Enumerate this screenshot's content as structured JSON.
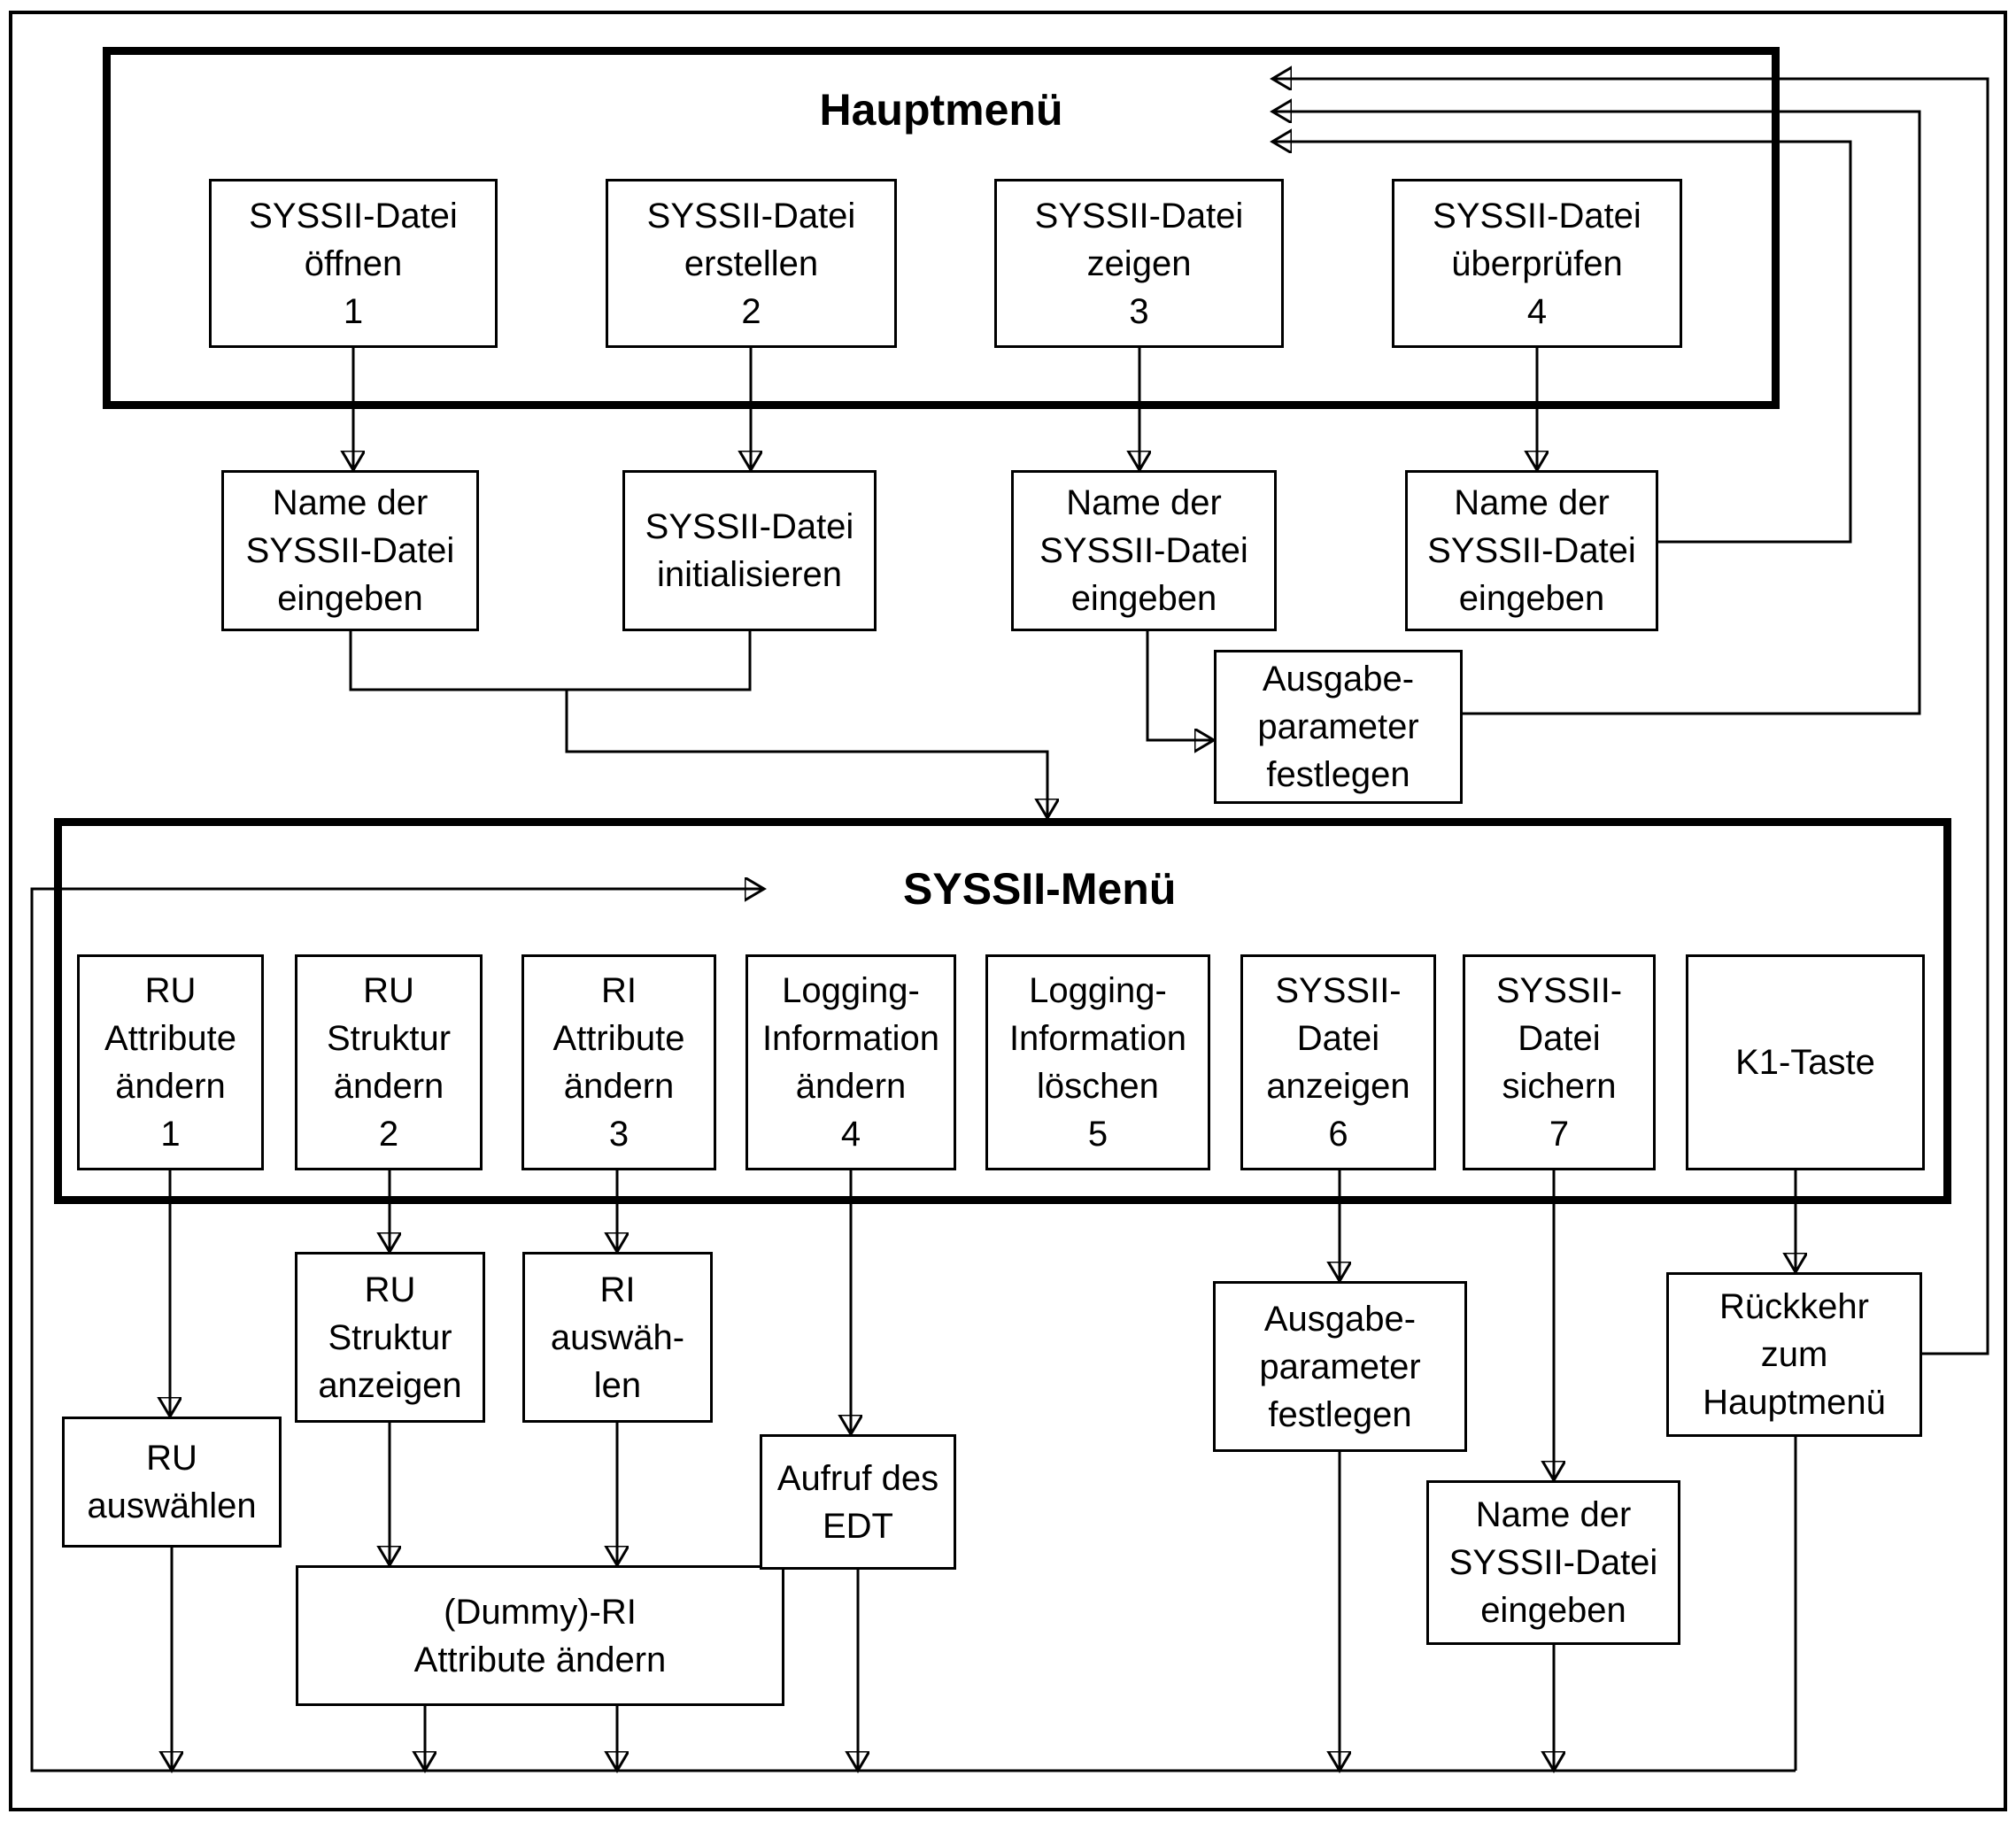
{
  "titles": {
    "hauptmenu": "Hauptmenü",
    "syssii": "SYSSII-Menü"
  },
  "colors": {
    "line": "#000000",
    "background": "#ffffff",
    "text": "#000000"
  },
  "hauptmenu_items": [
    {
      "label": "SYSSII-Datei\nöffnen\n1"
    },
    {
      "label": "SYSSII-Datei\nerstellen\n2"
    },
    {
      "label": "SYSSII-Datei\nzeigen\n3"
    },
    {
      "label": "SYSSII-Datei\nüberprüfen\n4"
    }
  ],
  "hauptmenu_children": [
    {
      "label": "Name der\nSYSSII-Datei\neingeben"
    },
    {
      "label": "SYSSII-Datei\ninitialisieren"
    },
    {
      "label": "Name der\nSYSSII-Datei\neingeben"
    },
    {
      "label": "Name der\nSYSSII-Datei\neingeben"
    }
  ],
  "ausgabe_top": {
    "label": "Ausgabe-\nparameter\nfestlegen"
  },
  "syssii_items": [
    {
      "label": "RU\nAttribute\nändern\n1"
    },
    {
      "label": "RU\nStruktur\nändern\n2"
    },
    {
      "label": "RI\nAttribute\nändern\n3"
    },
    {
      "label": "Logging-\nInformation\nändern\n4"
    },
    {
      "label": "Logging-\nInformation\nlöschen\n5"
    },
    {
      "label": "SYSSII-\nDatei\nanzeigen\n6"
    },
    {
      "label": "SYSSII-\nDatei\nsichern\n7"
    },
    {
      "label": "K1-Taste"
    }
  ],
  "syssii_children": {
    "ru_auswaehlen": "RU\nauswählen",
    "ru_struktur_anzeigen": "RU\nStruktur\nanzeigen",
    "ri_auswaehlen": "RI\nauswäh-\nlen",
    "dummy_ri": "(Dummy)-RI\nAttribute ändern",
    "aufruf_edt": "Aufruf des\nEDT",
    "ausgabe": "Ausgabe-\nparameter\nfestlegen",
    "name_eingeben": "Name der\nSYSSII-Datei\neingeben",
    "rueckkehr": "Rückkehr\nzum\nHauptmenü"
  }
}
